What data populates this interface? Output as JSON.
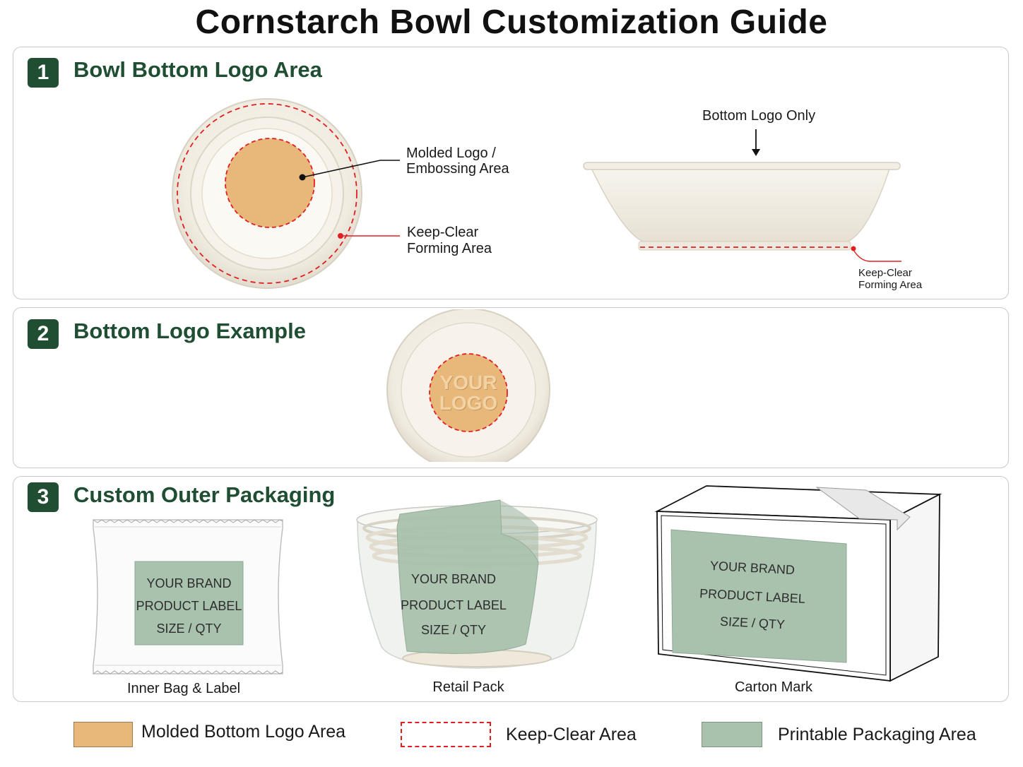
{
  "title": "Cornstarch Bowl Customization Guide",
  "colors": {
    "brand_green": "#1f4e33",
    "molded_logo": "#e8b87a",
    "keep_clear": "#e02020",
    "printable": "#a9c2ad",
    "bowl": "#f3efe6"
  },
  "sections": [
    {
      "number": "1",
      "title": "Bowl Bottom Logo Area",
      "callouts": {
        "molded_line1": "Molded Logo /",
        "molded_line2": "Embossing Area",
        "keepclear_line1": "Keep-Clear",
        "keepclear_line2": "Forming Area",
        "bottom_only": "Bottom Logo Only",
        "side_keepclear_line1": "Keep-Clear",
        "side_keepclear_line2": "Forming Area"
      }
    },
    {
      "number": "2",
      "title": "Bottom Logo Example",
      "logo_line1": "YOUR",
      "logo_line2": "LOGO"
    },
    {
      "number": "3",
      "title": "Custom Outer Packaging",
      "packages": [
        {
          "caption": "Inner Bag & Label",
          "lines": [
            "YOUR BRAND",
            "PRODUCT LABEL",
            "SIZE / QTY"
          ]
        },
        {
          "caption": "Retail Pack",
          "lines": [
            "YOUR BRAND",
            "PRODUCT LABEL",
            "SIZE / QTY"
          ]
        },
        {
          "caption": "Carton Mark",
          "lines": [
            "YOUR BRAND",
            "PRODUCT LABEL",
            "SIZE / QTY"
          ]
        }
      ]
    }
  ],
  "legend": [
    {
      "label": "Molded Bottom Logo Area",
      "swatch": "molded"
    },
    {
      "label": "Keep-Clear Area",
      "swatch": "keepclear"
    },
    {
      "label": "Printable Packaging Area",
      "swatch": "printable"
    }
  ]
}
